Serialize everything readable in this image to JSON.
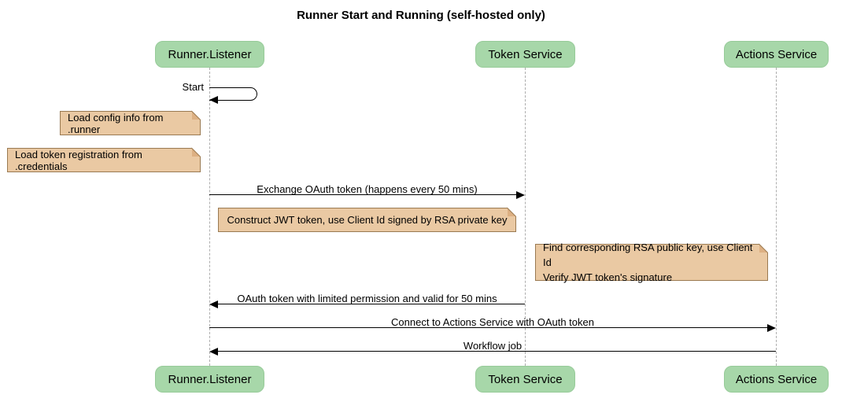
{
  "diagram": {
    "type": "sequence",
    "title": "Runner Start and Running (self-hosted only)",
    "participants": [
      {
        "label": "Runner.Listener"
      },
      {
        "label": "Token Service"
      },
      {
        "label": "Actions Service"
      }
    ],
    "messages": [
      {
        "from": "Runner.Listener",
        "to": "Runner.Listener",
        "style": "self",
        "label": "Start"
      },
      {
        "from": "Runner.Listener",
        "to": "Token Service",
        "label": "Exchange OAuth token (happens every 50 mins)"
      },
      {
        "from": "Token Service",
        "to": "Runner.Listener",
        "label": "OAuth token with limited permission and valid for 50 mins"
      },
      {
        "from": "Runner.Listener",
        "to": "Actions Service",
        "label": "Connect to Actions Service with OAuth token"
      },
      {
        "from": "Actions Service",
        "to": "Runner.Listener",
        "label": "Workflow job"
      }
    ],
    "notes": [
      {
        "text": "Load config info from .runner"
      },
      {
        "text": "Load token registration from .credentials"
      },
      {
        "text": "Construct JWT token, use Client Id signed by RSA private key"
      },
      {
        "line1": "Find corresponding RSA public key, use Client Id",
        "line2": "Verify JWT token's signature"
      }
    ],
    "colors": {
      "background": "#ffffff",
      "participant_fill": "#a7d7a9",
      "note_fill": "#eac9a3",
      "note_border": "#9a7a52",
      "lifeline": "#adadad",
      "arrow": "#000000",
      "text": "#000000"
    }
  }
}
